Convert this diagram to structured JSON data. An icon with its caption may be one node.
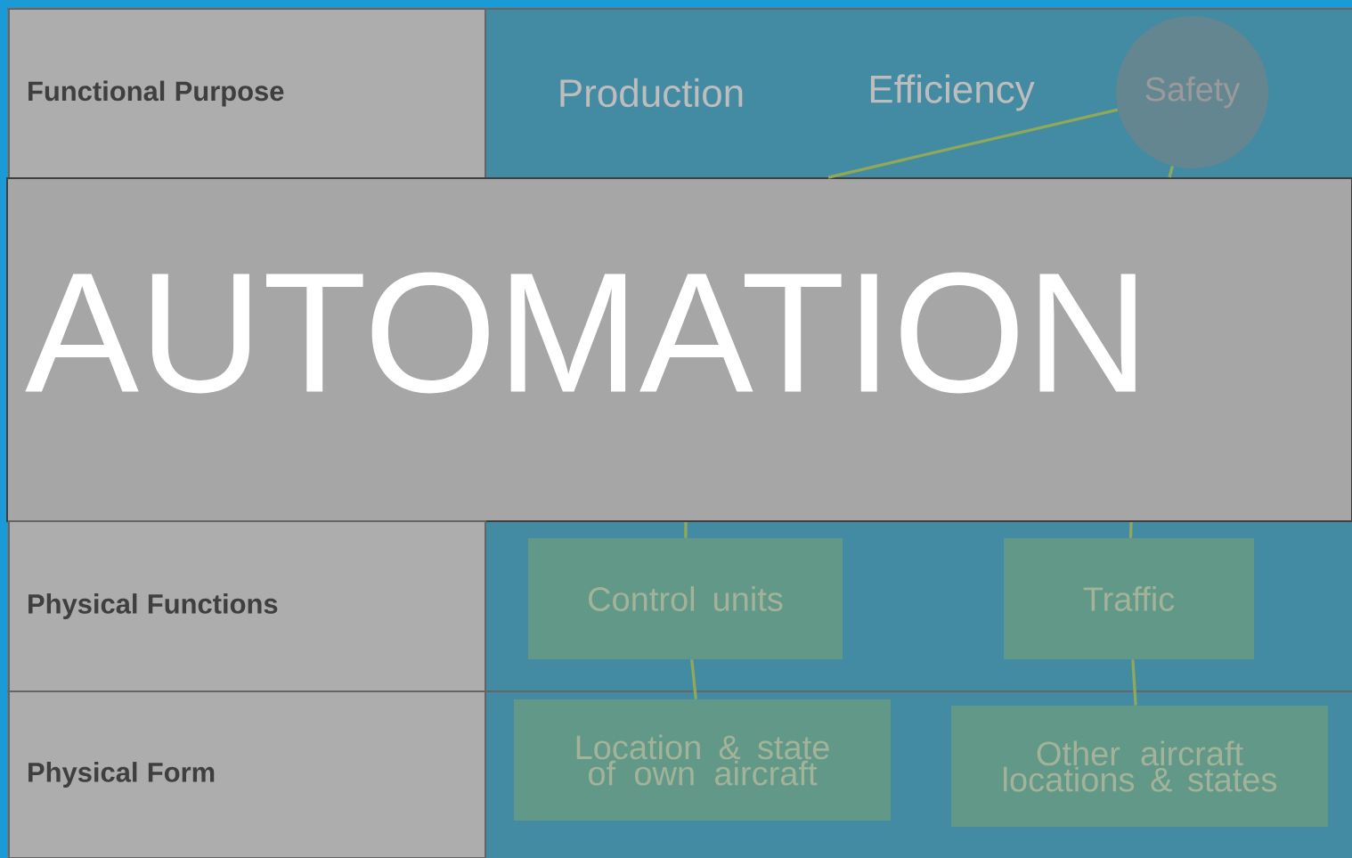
{
  "diagram": {
    "nodes": [
      {
        "text": [
          "Functional Purpose"
        ]
      },
      {
        "text": [
          "Safety"
        ]
      },
      {
        "text": [
          "AUTOMATION"
        ]
      },
      {
        "text": [
          "Physical Functions"
        ]
      },
      {
        "text": [
          "Control units"
        ]
      },
      {
        "text": [
          "Traffic"
        ]
      },
      {
        "text": [
          "Physical Form"
        ]
      },
      {
        "text": [
          "Location & state of own aircraft"
        ]
      },
      {
        "text": [
          "Other aircraft locations & states"
        ]
      }
    ],
    "edges": [
      {
        "from": 1,
        "to": 2,
        "arrow": "none"
      },
      {
        "from": 1,
        "to": 2,
        "arrow": "none"
      },
      {
        "from": 2,
        "to": 4,
        "arrow": "none"
      },
      {
        "from": 2,
        "to": 5,
        "arrow": "none"
      },
      {
        "from": 4,
        "to": 7,
        "arrow": "none"
      },
      {
        "from": 5,
        "to": 8,
        "arrow": "none"
      }
    ],
    "labels": [
      "Production",
      "Efficiency"
    ]
  }
}
